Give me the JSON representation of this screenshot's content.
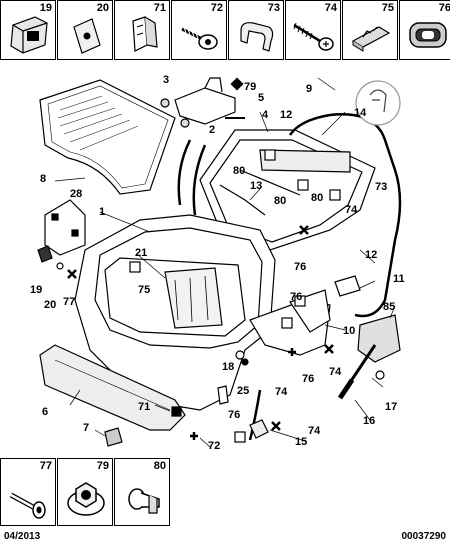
{
  "top_parts": [
    {
      "num": "19",
      "icon": "rubber-buffer-icon"
    },
    {
      "num": "20",
      "icon": "plate-clip-icon"
    },
    {
      "num": "71",
      "icon": "retainer-clip-icon"
    },
    {
      "num": "72",
      "icon": "screw-washer-icon"
    },
    {
      "num": "73",
      "icon": "bracket-clip-icon"
    },
    {
      "num": "74",
      "icon": "self-tapping-screw-icon"
    },
    {
      "num": "75",
      "icon": "flat-clip-icon"
    },
    {
      "num": "76",
      "icon": "grommet-icon"
    }
  ],
  "callouts": {
    "c1": "1",
    "c2": "2",
    "c3": "3",
    "c4": "4",
    "c5": "5",
    "c6": "6",
    "c7": "7",
    "c8": "8",
    "c9": "9",
    "c10": "10",
    "c11": "11",
    "c12a": "12",
    "c12b": "12",
    "c13": "13",
    "c14": "14",
    "c15": "15",
    "c16": "16",
    "c17": "17",
    "c18": "18",
    "c19": "19",
    "c20": "20",
    "c21": "21",
    "c25": "25",
    "c28": "28",
    "c71": "71",
    "c72": "72",
    "c73": "73",
    "c74a": "74",
    "c74b": "74",
    "c74c": "74",
    "c74d": "74",
    "c75": "75",
    "c76a": "76",
    "c76b": "76",
    "c76c": "76",
    "c76d": "76",
    "c77": "77",
    "c79": "79",
    "c80a": "80",
    "c80b": "80",
    "c80c": "80",
    "c85": "85"
  },
  "bottom_parts": [
    {
      "num": "77",
      "icon": "bolt-icon"
    },
    {
      "num": "79",
      "icon": "flange-nut-icon"
    },
    {
      "num": "80",
      "icon": "push-rivet-icon"
    }
  ],
  "footer": {
    "date": "04/2013",
    "ref": "00037290"
  }
}
